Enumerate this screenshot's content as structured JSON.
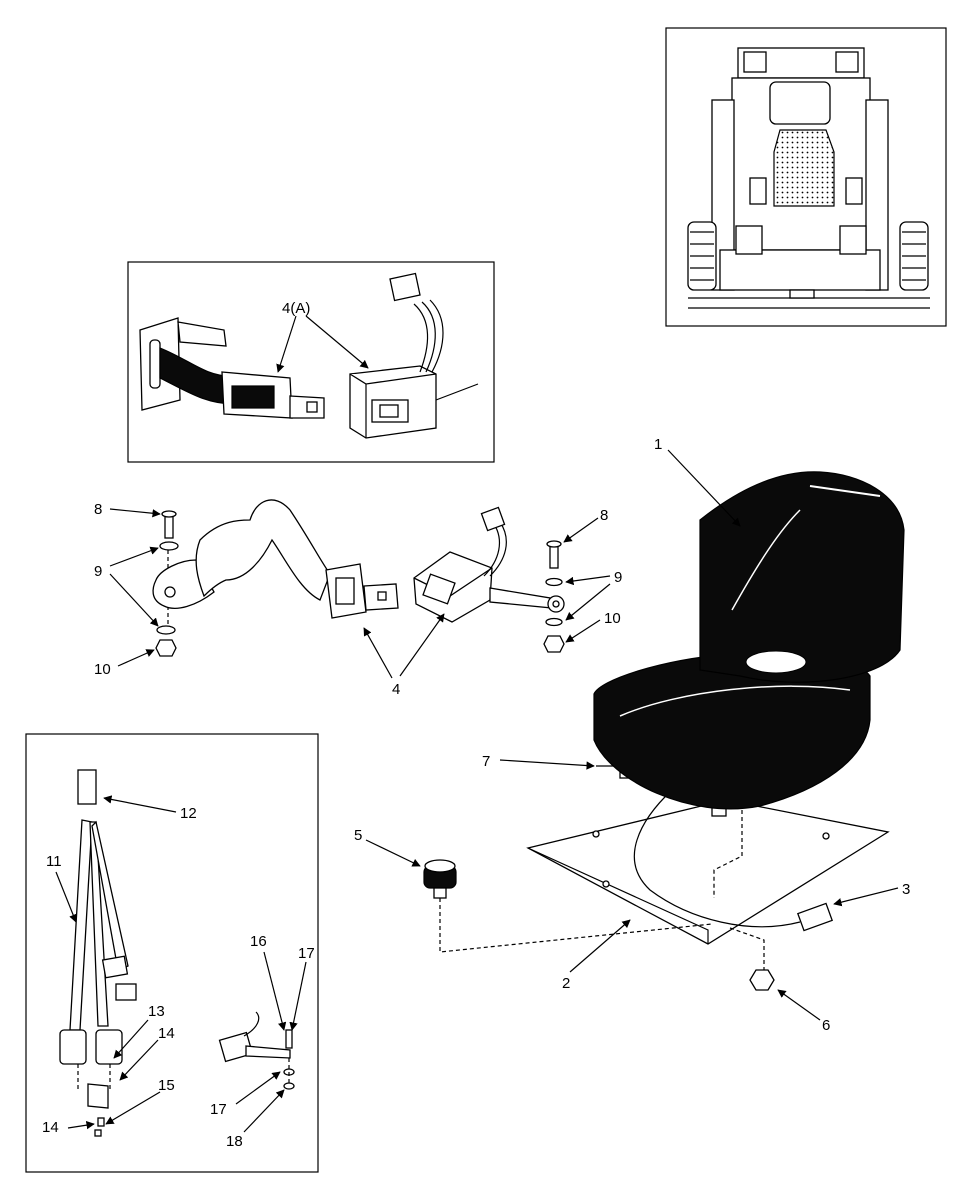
{
  "callouts": {
    "c1": "1",
    "c2": "2",
    "c3": "3",
    "c4": "4",
    "c4a": "4(A)",
    "c5": "5",
    "c6": "6",
    "c7": "7",
    "c8a": "8",
    "c8b": "8",
    "c9a": "9",
    "c9b": "9",
    "c10a": "10",
    "c10b": "10",
    "c11": "11",
    "c12": "12",
    "c13": "13",
    "c14a": "14",
    "c14b": "14",
    "c15": "15",
    "c16": "16",
    "c17a": "17",
    "c17b": "17",
    "c18": "18"
  }
}
